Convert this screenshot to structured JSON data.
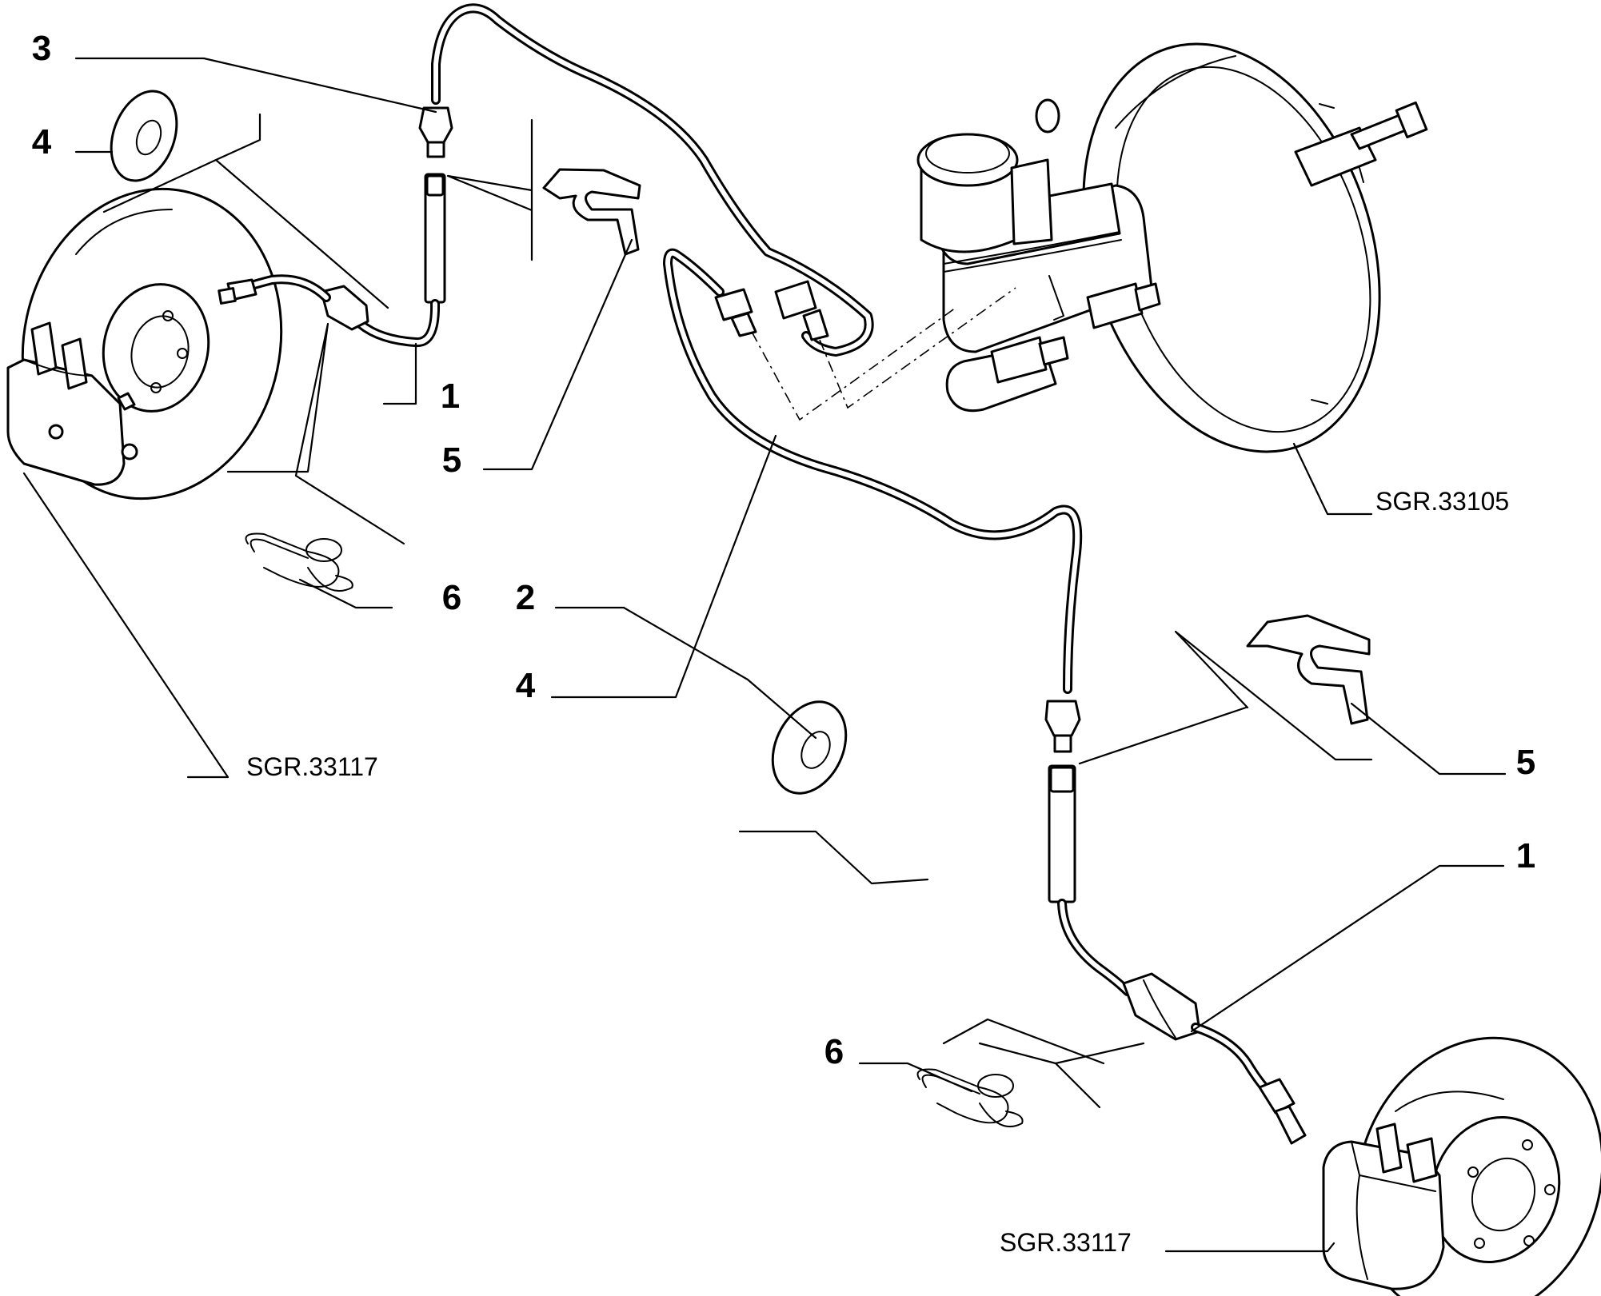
{
  "callouts": [
    {
      "id": "c3",
      "label": "3"
    },
    {
      "id": "c4a",
      "label": "4"
    },
    {
      "id": "c1a",
      "label": "1"
    },
    {
      "id": "c5a",
      "label": "5"
    },
    {
      "id": "c6a",
      "label": "6"
    },
    {
      "id": "c2",
      "label": "2"
    },
    {
      "id": "c4b",
      "label": "4"
    },
    {
      "id": "c5b",
      "label": "5"
    },
    {
      "id": "c1b",
      "label": "1"
    },
    {
      "id": "c6b",
      "label": "6"
    }
  ],
  "references": [
    {
      "id": "r_booster",
      "label": "SGR.33105"
    },
    {
      "id": "r_caliper_left",
      "label": "SGR.33117"
    },
    {
      "id": "r_caliper_right",
      "label": "SGR.33117"
    }
  ]
}
